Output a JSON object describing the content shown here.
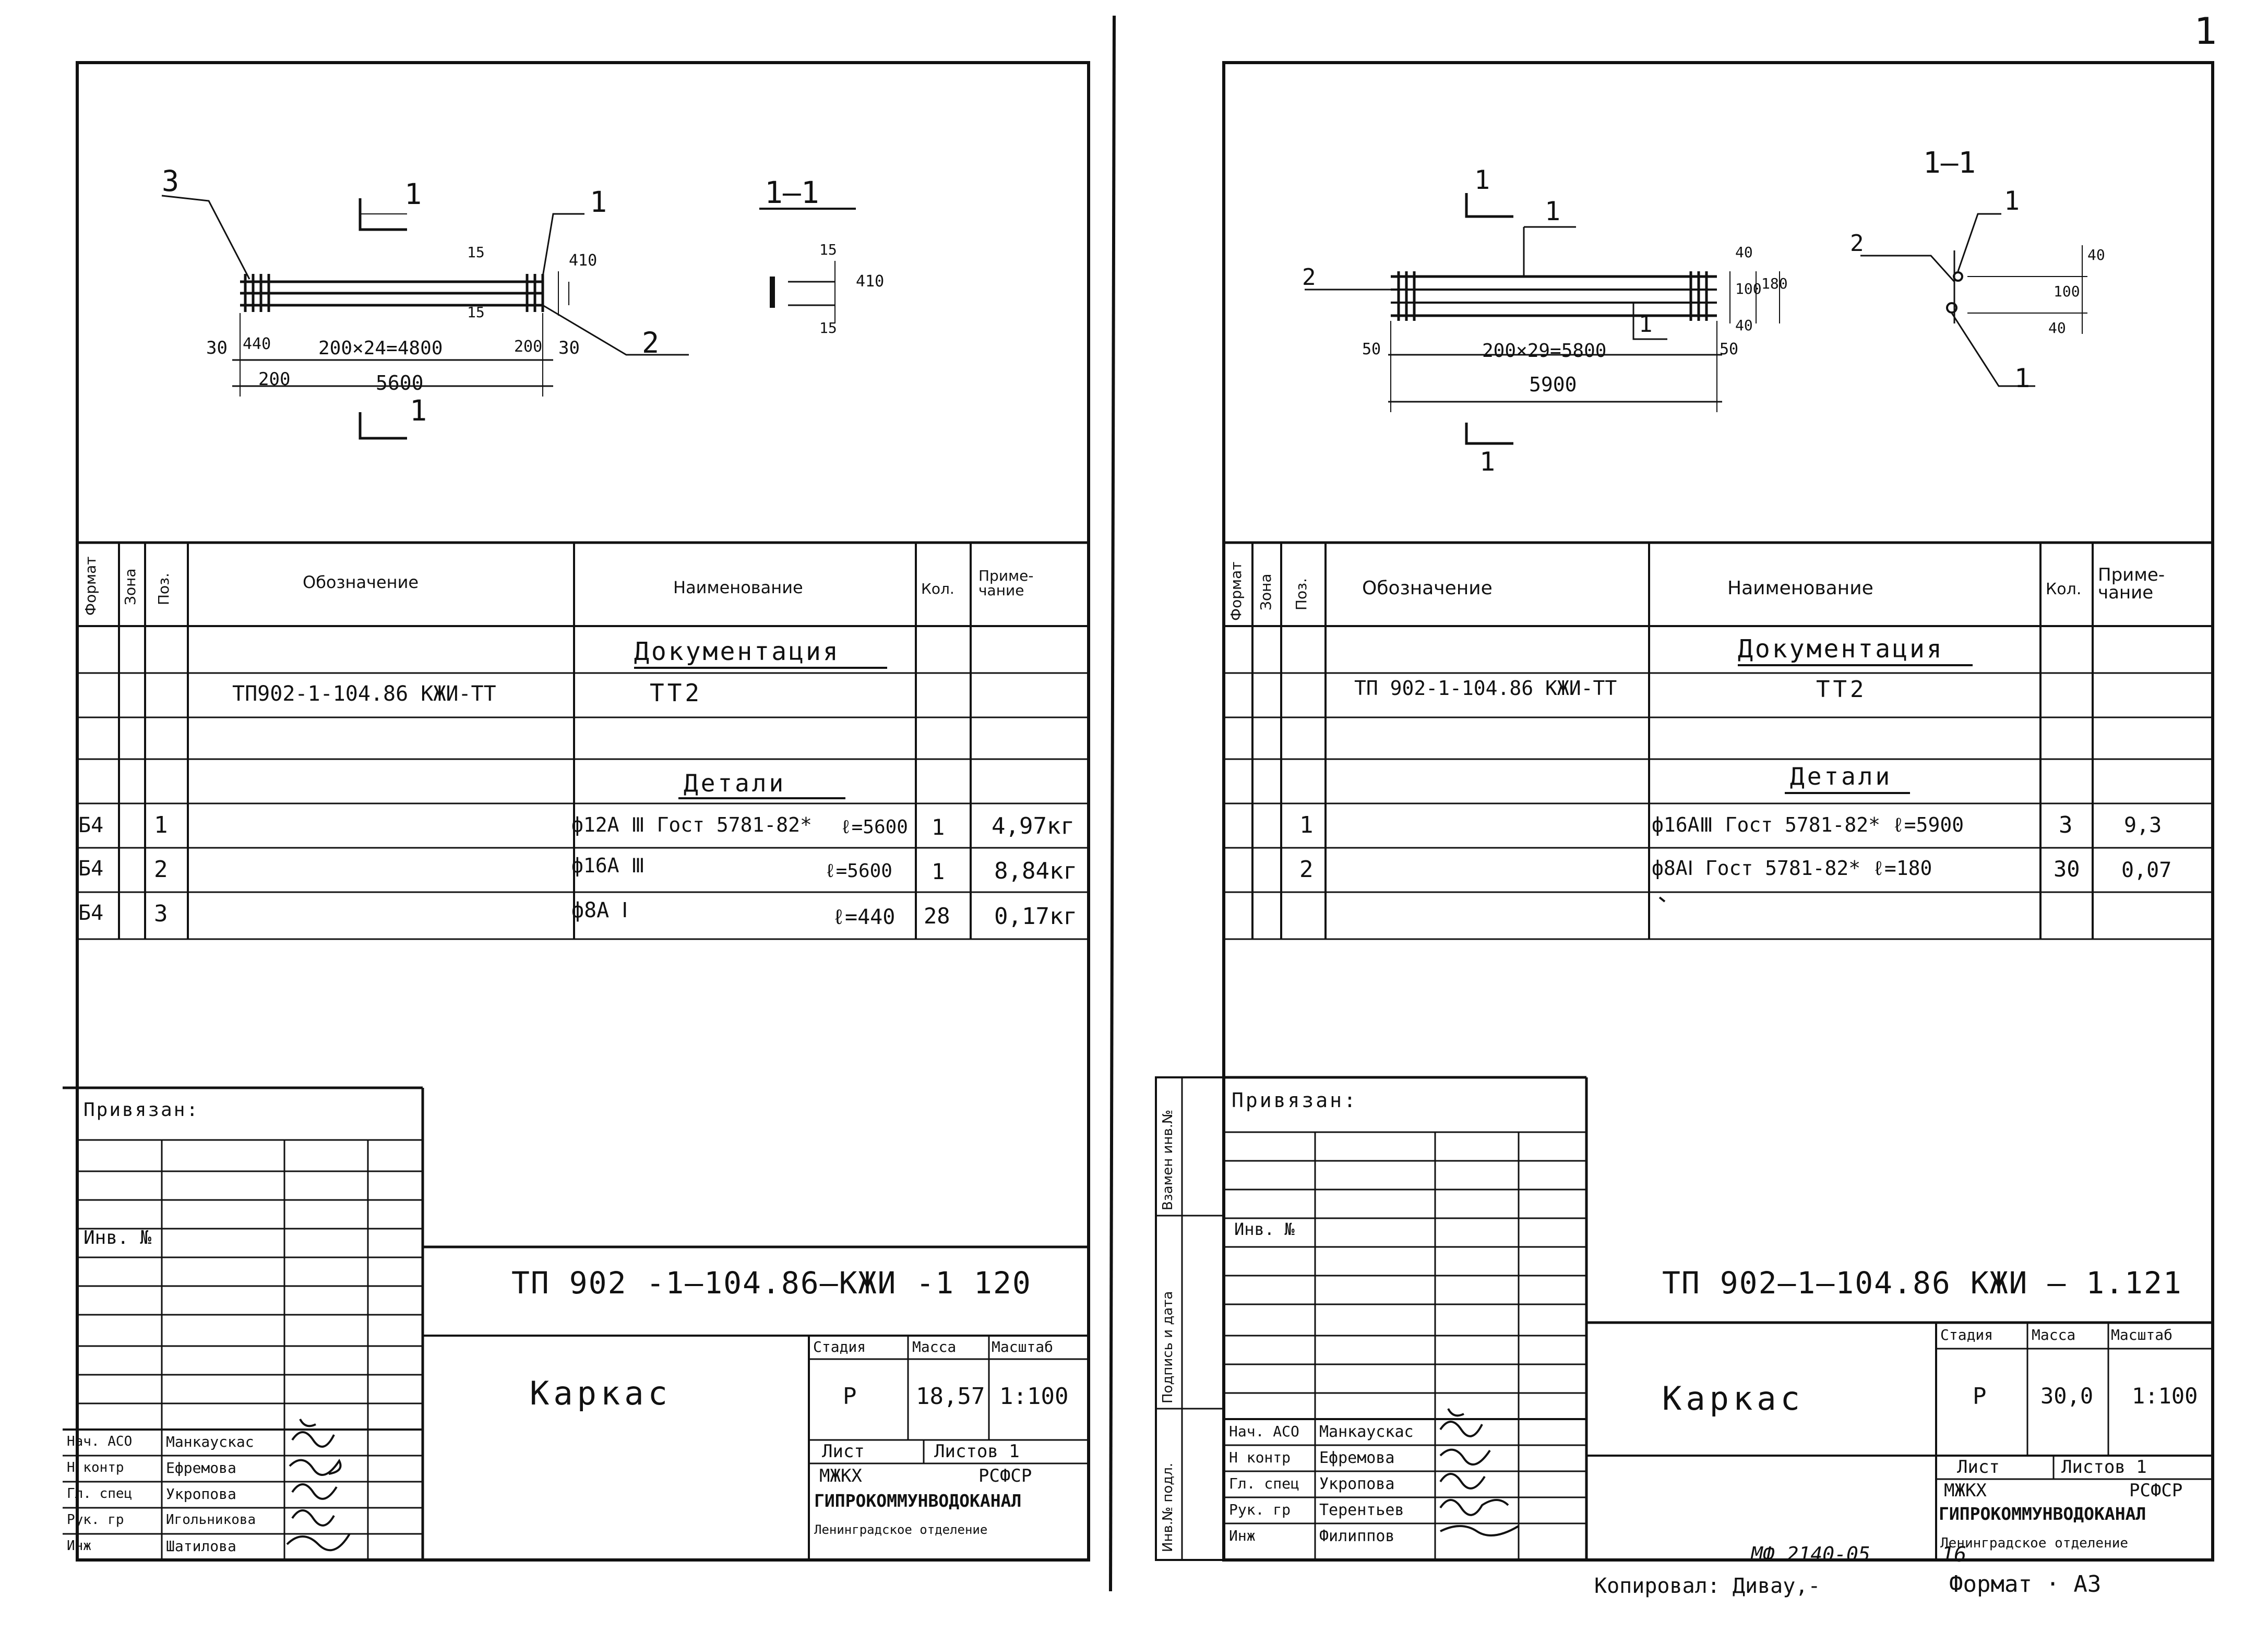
{
  "page_mark": "1",
  "left": {
    "drawing": {
      "pos_3": "3",
      "pos_1": "1",
      "pos_2": "2",
      "cut_top": "1",
      "cut_bottom": "1",
      "section": "1—1",
      "dim_30_left": "30",
      "dim_440": "440",
      "dim_main": "200×24=4800",
      "dim_200_right": "200",
      "dim_30_right": "30",
      "dim_200": "200",
      "dim_5600": "5600",
      "dim_15_top": "15",
      "dim_15_bot": "15",
      "dim_410": "410",
      "sec_15_top": "15",
      "sec_410": "410",
      "sec_15_bot": "15"
    },
    "spec": {
      "headers": {
        "format": "Формат",
        "zone": "Зона",
        "pos": "Поз.",
        "designation": "Обозначение",
        "name": "Наименование",
        "qty": "Кол.",
        "note": "Приме-чание"
      },
      "section_doc": "Документация",
      "doc_designation": "ТП902-1-104.86 КЖИ-ТТ",
      "doc_name": "ТТ2",
      "section_parts": "Детали",
      "rows": [
        {
          "format": "Б4",
          "pos": "1",
          "name": "ф12А Ⅲ Гост 5781-82*",
          "length": "ℓ=5600",
          "qty": "1",
          "note": "4,97кг"
        },
        {
          "format": "Б4",
          "pos": "2",
          "name": "ф16А Ⅲ",
          "length": "ℓ=5600",
          "qty": "1",
          "note": "8,84кг"
        },
        {
          "format": "Б4",
          "pos": "3",
          "name": "ф8А Ⅰ",
          "length": "ℓ=440",
          "qty": "28",
          "note": "0,17кг"
        }
      ]
    },
    "stamp": {
      "privyazan": "Привязан:",
      "inv": "Инв. №",
      "code": "ТП 902 -1—104.86—КЖИ -1 120",
      "title": "Каркас",
      "stage_h": "Стадия",
      "mass_h": "Масса",
      "scale_h": "Масштаб",
      "stage": "Р",
      "mass": "18,57",
      "scale": "1:100",
      "sheet": "Лист",
      "sheets": "Листов 1",
      "org1": "МЖКХ",
      "org2": "РСФСР",
      "org3": "ГИПРОКОММУНВОДОКАНАЛ",
      "org4": "Ленинградское отделение",
      "roles": [
        "Нач. АСО",
        "Н контр",
        "Гл. спец",
        "Рук. гр",
        "Инж"
      ],
      "names": [
        "Манкаускас",
        "Ефремова",
        "Укропова",
        "Игольникова",
        "Шатилова"
      ]
    }
  },
  "right": {
    "drawing": {
      "cut_top": "1",
      "cut_bottom": "1",
      "pos_1_top": "1",
      "pos_2": "2",
      "pos_1_mid": "1",
      "dim_50_left": "50",
      "dim_main": "200×29=5800",
      "dim_50_right": "50",
      "dim_5900": "5900",
      "dim_40_top": "40",
      "dim_100": "100",
      "dim_180": "180",
      "dim_40_bot": "40",
      "section": "1—1",
      "sec_pos_1": "1",
      "sec_pos_2": "2",
      "sec_pos_1b": "1",
      "sec_40_top": "40",
      "sec_100": "100",
      "sec_40_bot": "40"
    },
    "spec": {
      "headers": {
        "format": "Формат",
        "zone": "Зона",
        "pos": "Поз.",
        "designation": "Обозначение",
        "name": "Наименование",
        "qty": "Кол.",
        "note": "Приме-чание"
      },
      "section_doc": "Документация",
      "doc_designation": "ТП 902-1-104.86 КЖИ-ТТ",
      "doc_name": "ТТ2",
      "section_parts": "Детали",
      "rows": [
        {
          "pos": "1",
          "name": "ф16АⅢ Гост 5781-82*  ℓ=5900",
          "qty": "3",
          "note": "9,3"
        },
        {
          "pos": "2",
          "name": "ф8АⅠ  Гост 5781-82*  ℓ=180",
          "qty": "30",
          "note": "0,07"
        }
      ]
    },
    "stamp": {
      "side_labels": [
        "Взамен инв.№",
        "Подпись и дата",
        "Инв.№ подл."
      ],
      "privyazan": "Привязан:",
      "inv": "Инв. №",
      "code": "ТП 902—1—104.86   КЖИ — 1.121",
      "title": "Каркас",
      "stage_h": "Стадия",
      "mass_h": "Масса",
      "scale_h": "Масштаб",
      "stage": "Р",
      "mass": "30,0",
      "scale": "1:100",
      "sheet": "Лист",
      "sheets": "Листов 1",
      "org1": "МЖКХ",
      "org2": "РСФСР",
      "org3": "ГИПРОКОММУНВОДОКАНАЛ",
      "org4": "Ленинградское отделение",
      "roles": [
        "Нач. АСО",
        "Н контр",
        "Гл. спец",
        "Рук. гр",
        "Инж"
      ],
      "names": [
        "Манкаускас",
        "Ефремова",
        "Укропова",
        "Терентьев",
        "Филиппов"
      ]
    }
  },
  "footer": {
    "copied": "Копировал: Дивау,-",
    "doc_number": "МФ 2140-05",
    "page": "16",
    "format": "Формат · А3"
  }
}
